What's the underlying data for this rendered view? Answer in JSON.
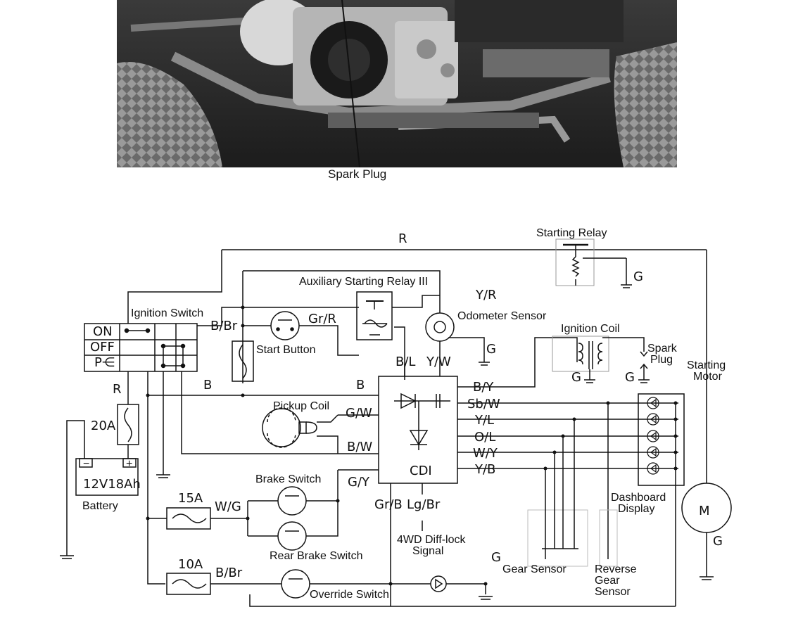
{
  "photo": {
    "caption": "Spark Plug"
  },
  "components": {
    "starting_relay": "Starting Relay",
    "aux_relay": "Auxiliary Starting Relay III",
    "ignition_switch": "Ignition Switch",
    "start_button": "Start Button",
    "odometer_sensor": "Odometer Sensor",
    "ignition_coil": "Ignition Coil",
    "spark_plug_line1": "Spark",
    "spark_plug_line2": "Plug",
    "starting_motor_line1": "Starting",
    "starting_motor_line2": "Motor",
    "pickup_coil": "Pickup Coil",
    "cdi": "CDI",
    "battery": "Battery",
    "battery_rating": "12V18Ah",
    "brake_switch": "Brake Switch",
    "rear_brake_switch": "Rear Brake Switch",
    "override_switch": "Override Switch",
    "diff_lock_line1": "4WD Diff-lock",
    "diff_lock_line2": "Signal",
    "gear_sensor": "Gear Sensor",
    "reverse_line1": "Reverse",
    "reverse_line2": "Gear",
    "reverse_line3": "Sensor",
    "dashboard_line1": "Dashboard",
    "dashboard_line2": "Display",
    "motor_symbol": "M"
  },
  "switch_positions": [
    "ON",
    "OFF",
    "P⋲"
  ],
  "fuses": [
    "20A",
    "15A",
    "10A"
  ],
  "battery_terminals": [
    "−",
    "+"
  ],
  "wires": {
    "r_top": "R",
    "y_r": "Y/R",
    "b_br_top": "B/Br",
    "gr_r": "Gr/R",
    "b_l": "B/L",
    "y_w": "Y/W",
    "r_left": "R",
    "b_left": "B",
    "b_mid": "B",
    "g_w": "G/W",
    "b_w": "B/W",
    "w_g": "W/G",
    "g_y": "G/Y",
    "gr_b": "Gr/B",
    "lg_br": "Lg/Br",
    "b_br_bottom": "B/Br",
    "cdi_outputs": [
      "B/Y",
      "Sb/W",
      "Y/L",
      "O/L",
      "W/Y",
      "Y/B"
    ]
  },
  "grounds": {
    "relay": "G",
    "odometer": "G",
    "coil": "G",
    "plug": "G",
    "motor": "G",
    "diff": "G"
  }
}
